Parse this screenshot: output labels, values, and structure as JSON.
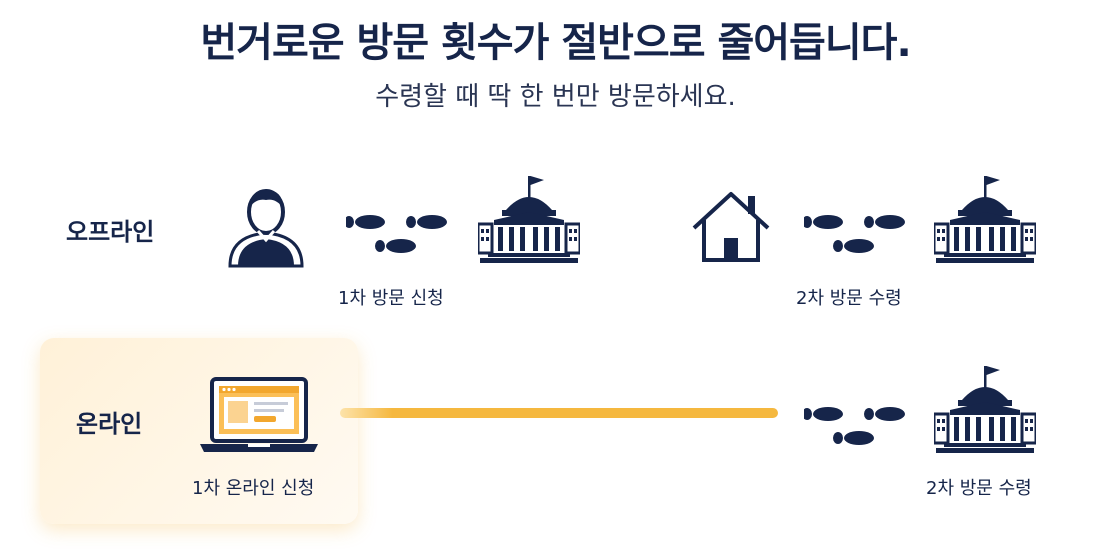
{
  "header": {
    "title": "번거로운 방문 횟수가 절반으로 줄어듭니다.",
    "subtitle": "수령할 때 딱 한 번만 방문하세요."
  },
  "offline": {
    "label": "오프라인",
    "step1_caption": "1차 방문 신청",
    "step2_caption": "2차 방문 수령"
  },
  "online": {
    "label": "온라인",
    "step1_caption": "1차 온라인 신청",
    "step2_caption": "2차 방문 수령"
  },
  "colors": {
    "navy": "#16254a",
    "accent": "#f5b83f",
    "card_bg": "#fff3dd"
  },
  "icons": [
    "person-icon",
    "footsteps-icon",
    "government-building-icon",
    "house-icon",
    "laptop-icon"
  ]
}
